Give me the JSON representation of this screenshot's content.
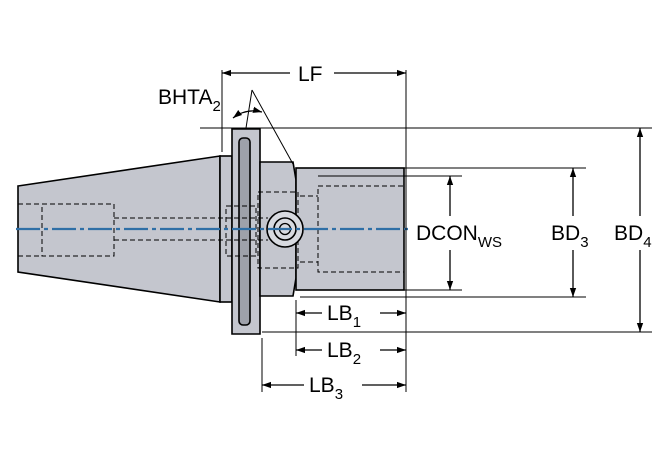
{
  "labels": {
    "lf": "LF",
    "bhta": "BHTA",
    "bhta_sub": "2",
    "dcon": "DCON",
    "dcon_sub": "WS",
    "bd3": "BD",
    "bd3_sub": "3",
    "bd4": "BD",
    "bd4_sub": "4",
    "lb1": "LB",
    "lb1_sub": "1",
    "lb2": "LB",
    "lb2_sub": "2",
    "lb3": "LB",
    "lb3_sub": "3"
  },
  "colors": {
    "body_fill": "#c4c6ce",
    "body_dark": "#9ea1aa",
    "centerline": "#2f6fa6"
  }
}
